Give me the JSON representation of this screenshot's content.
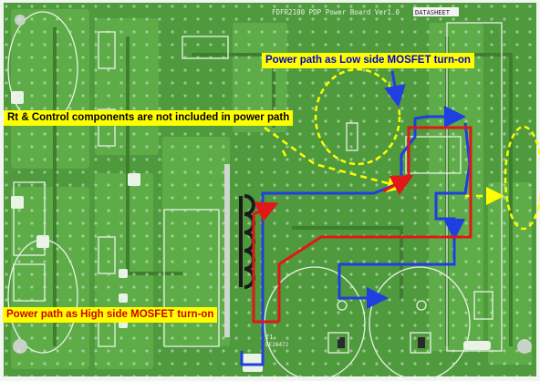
{
  "board": {
    "title": "FDFR2100 PDP Power Board Ver1.0",
    "title_stamp": "DATASHEET",
    "part_t1": "T1",
    "part_code": "EE28472"
  },
  "annotations": {
    "low_side": "Power path as Low side MOSFET turn-on",
    "rt_control": "Rt & Control components are not included in power path",
    "high_side": "Power path as High side MOSFET turn-on"
  },
  "colors": {
    "pcb": "#4f9a3d",
    "pcb_dark": "#3e7f2e",
    "trace": "#5fae4a",
    "silkscreen": "#e9f3e6",
    "low_side_path": "#1f3fe0",
    "high_side_path": "#e01818",
    "annotation_bg": "#ffff00",
    "highlight_ellipse": "#ffff00"
  }
}
